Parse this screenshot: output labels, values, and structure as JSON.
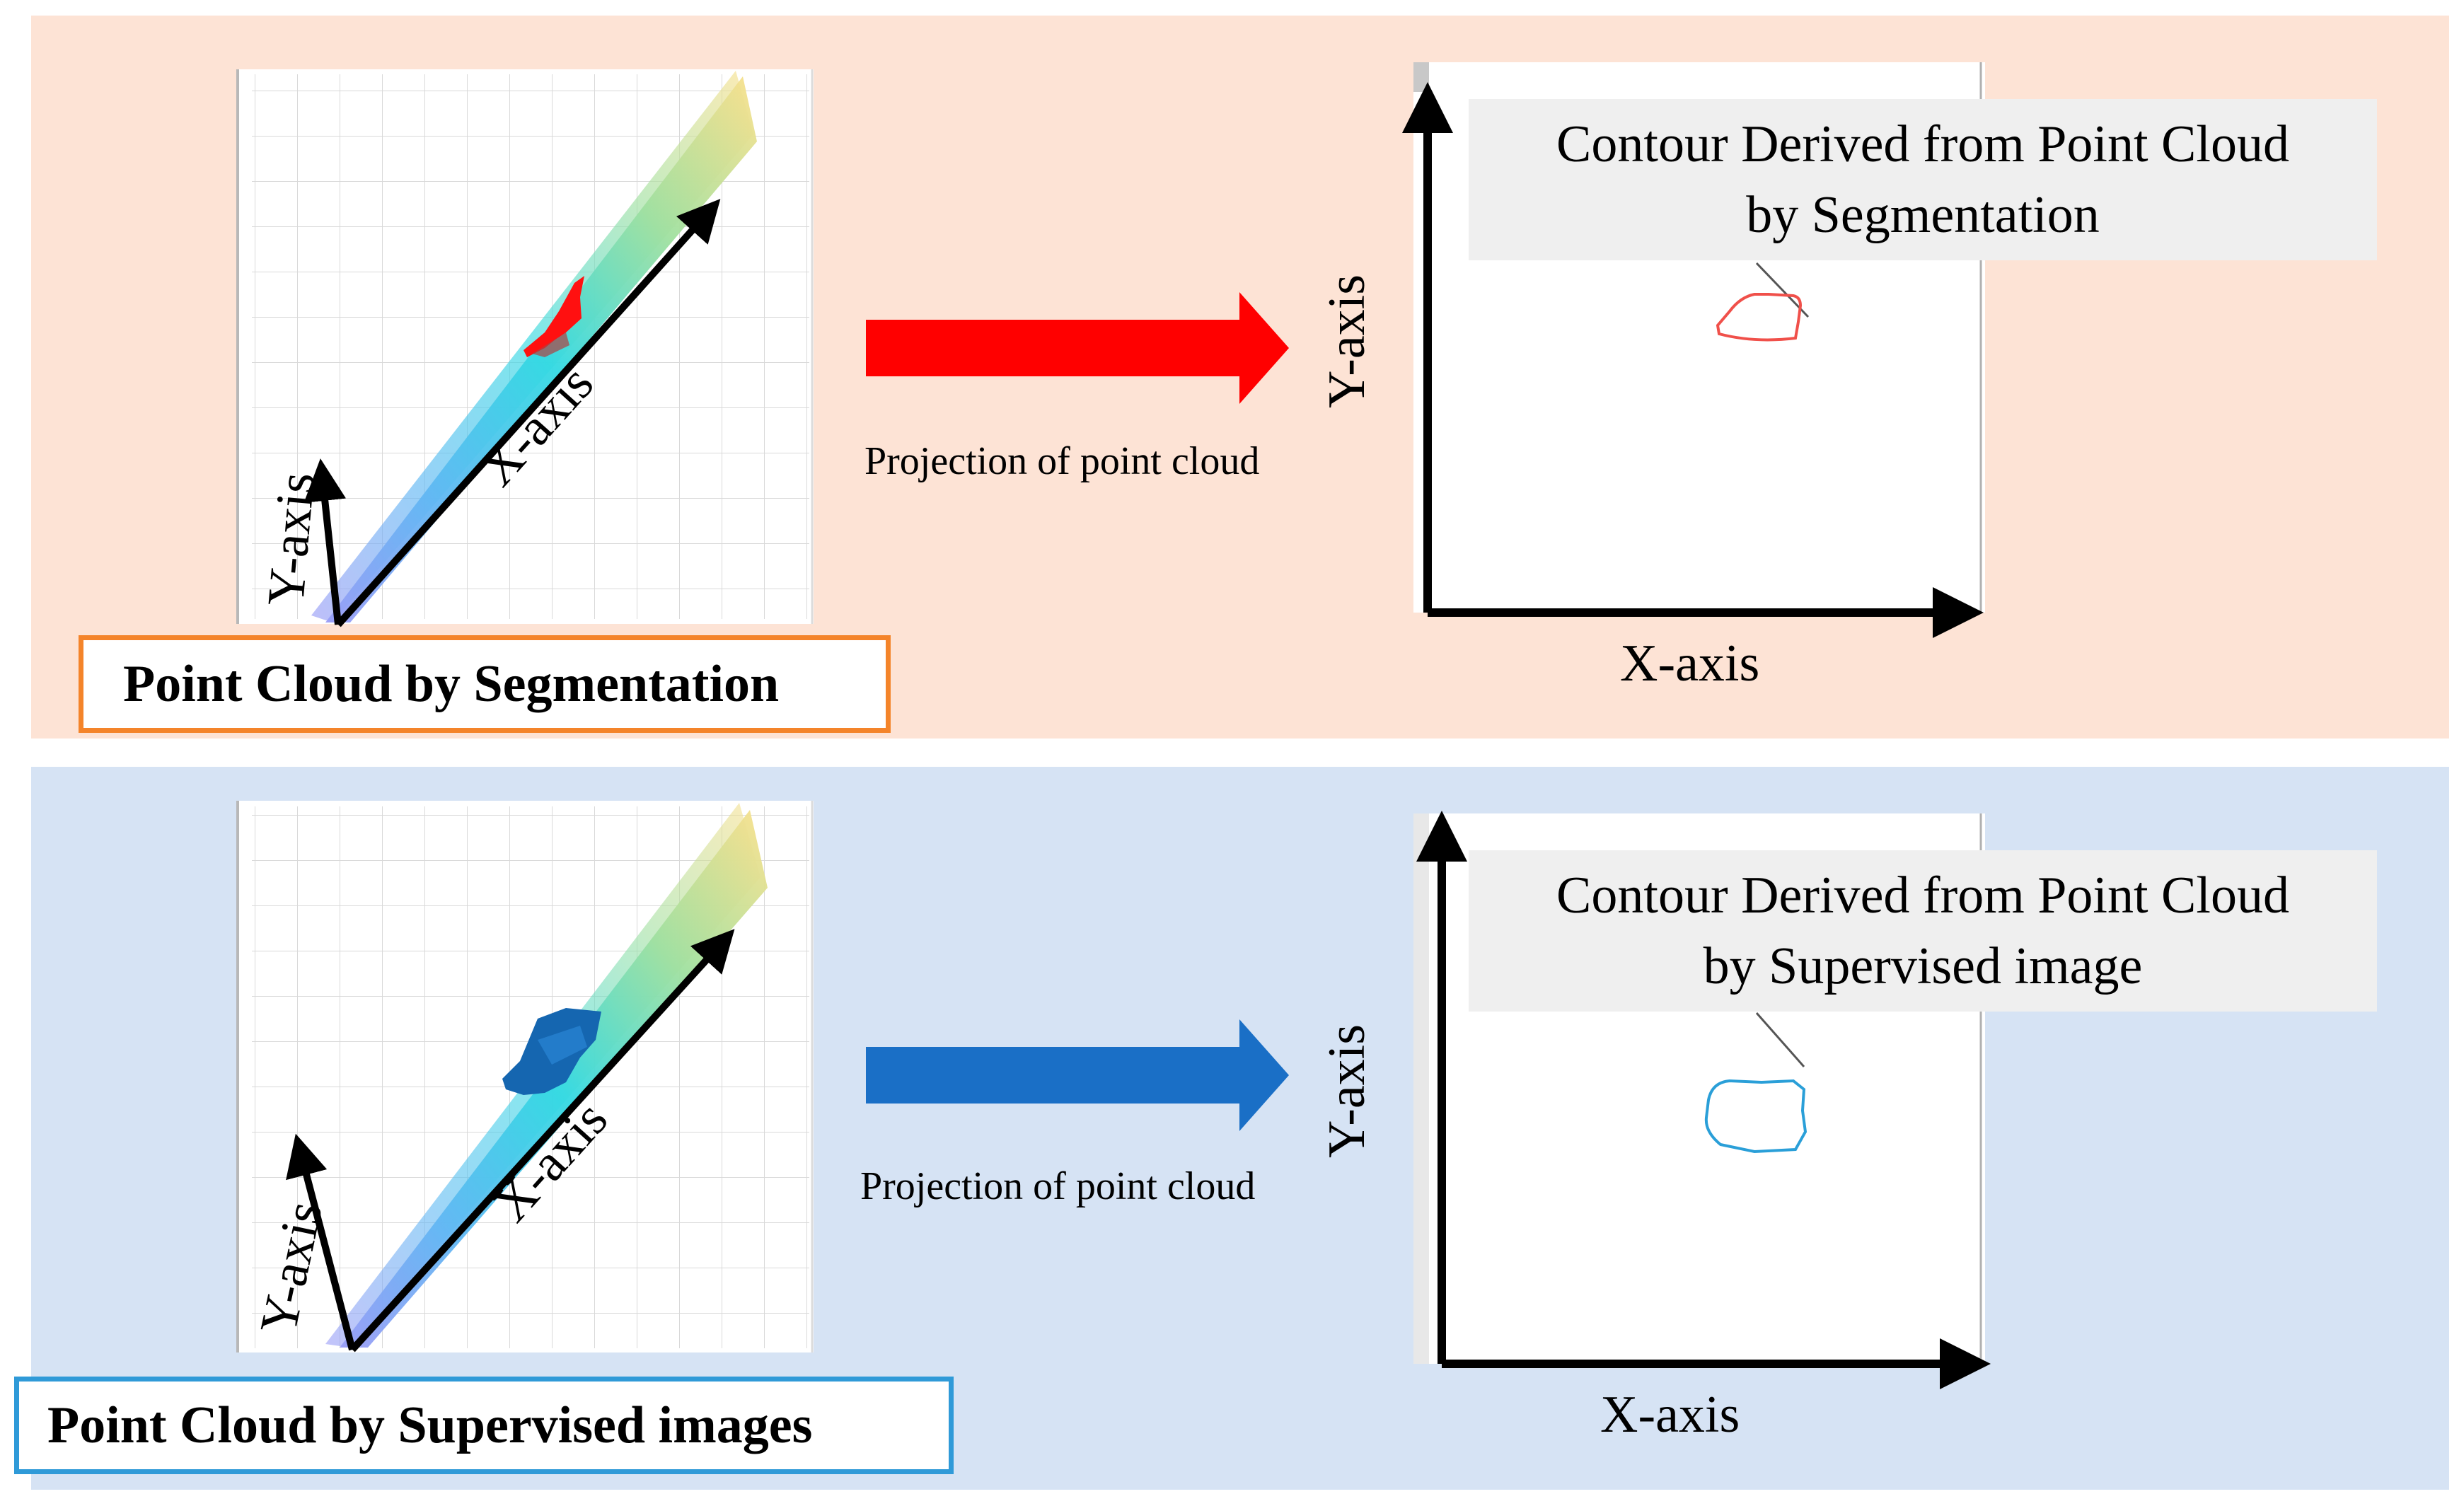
{
  "top": {
    "panel_color": "#fde3d5",
    "caption": "Point Cloud by Segmentation",
    "caption_border": "#f4842a",
    "arrow_color": "#ff0000",
    "projection_label": "Projection of point cloud",
    "callout_line1": "Contour Derived from Point Cloud",
    "callout_line2": "by Segmentation",
    "contour_color": "#f0504a",
    "cloud_color": "#ff1010",
    "left_x_axis": "X-axis",
    "left_y_axis": "Y-axis",
    "right_x_axis": "X-axis",
    "right_y_axis": "Y-axis"
  },
  "bottom": {
    "panel_color": "#d6e3f4",
    "caption": "Point Cloud by Supervised images",
    "caption_border": "#2f9ad8",
    "arrow_color": "#1a6fc6",
    "projection_label": "Projection of point cloud",
    "callout_line1": "Contour Derived from Point Cloud",
    "callout_line2": "by Supervised image",
    "contour_color": "#2a9fd8",
    "cloud_color": "#1566b0",
    "left_x_axis": "X-axis",
    "left_y_axis": "Y-axis",
    "right_x_axis": "X-axis",
    "right_y_axis": "Y-axis"
  }
}
